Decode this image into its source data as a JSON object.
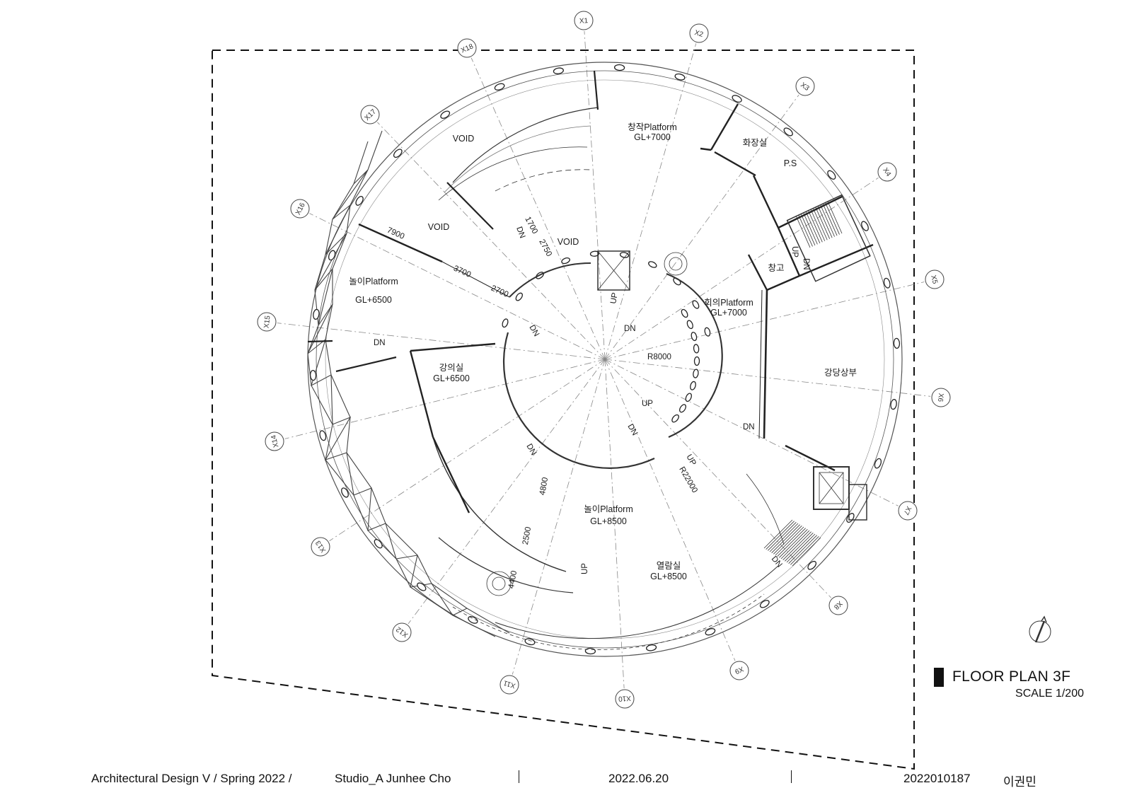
{
  "drawing": {
    "title": "FLOOR PLAN 3F",
    "scale": "SCALE 1/200"
  },
  "footer": {
    "course": "Architectural Design V / Spring 2022 /",
    "studio": "Studio_A Junhee Cho",
    "date": "2022.06.20",
    "student_id": "2022010187",
    "student_name": "이권민"
  },
  "grid_axes": [
    "X1",
    "X2",
    "X3",
    "X4",
    "X5",
    "X6",
    "X7",
    "X8",
    "X9",
    "X10",
    "X11",
    "X12",
    "X13",
    "X14",
    "X15",
    "X16",
    "X17",
    "X18"
  ],
  "rooms": {
    "void_1": "VOID",
    "void_2": "VOID",
    "void_3": "VOID",
    "creation_platform": "창작Platform",
    "creation_platform_level": "GL+7000",
    "restroom": "화장실",
    "ps": "P.S",
    "storage": "창고",
    "meeting_platform": "회의Platform",
    "meeting_platform_level": "GL+7000",
    "auditorium_upper": "강당상부",
    "play_platform_west": "놀이Platform",
    "play_platform_west_level": "GL+6500",
    "lecture_room": "강의실",
    "lecture_room_level": "GL+6500",
    "play_platform_south": "놀이Platform",
    "play_platform_south_level": "GL+8500",
    "reading_room": "열람실",
    "reading_room_level": "GL+8500"
  },
  "dimensions": {
    "d7900": "7900",
    "d3700": "3700",
    "d2700": "2700",
    "d1700": "1700",
    "d2750": "2750",
    "d4800": "4800",
    "d2500": "2500",
    "d4400": "4400",
    "r8000": "R8000",
    "r22000": "R22000"
  },
  "stair_marks": {
    "up": "UP",
    "dn": "DN"
  }
}
